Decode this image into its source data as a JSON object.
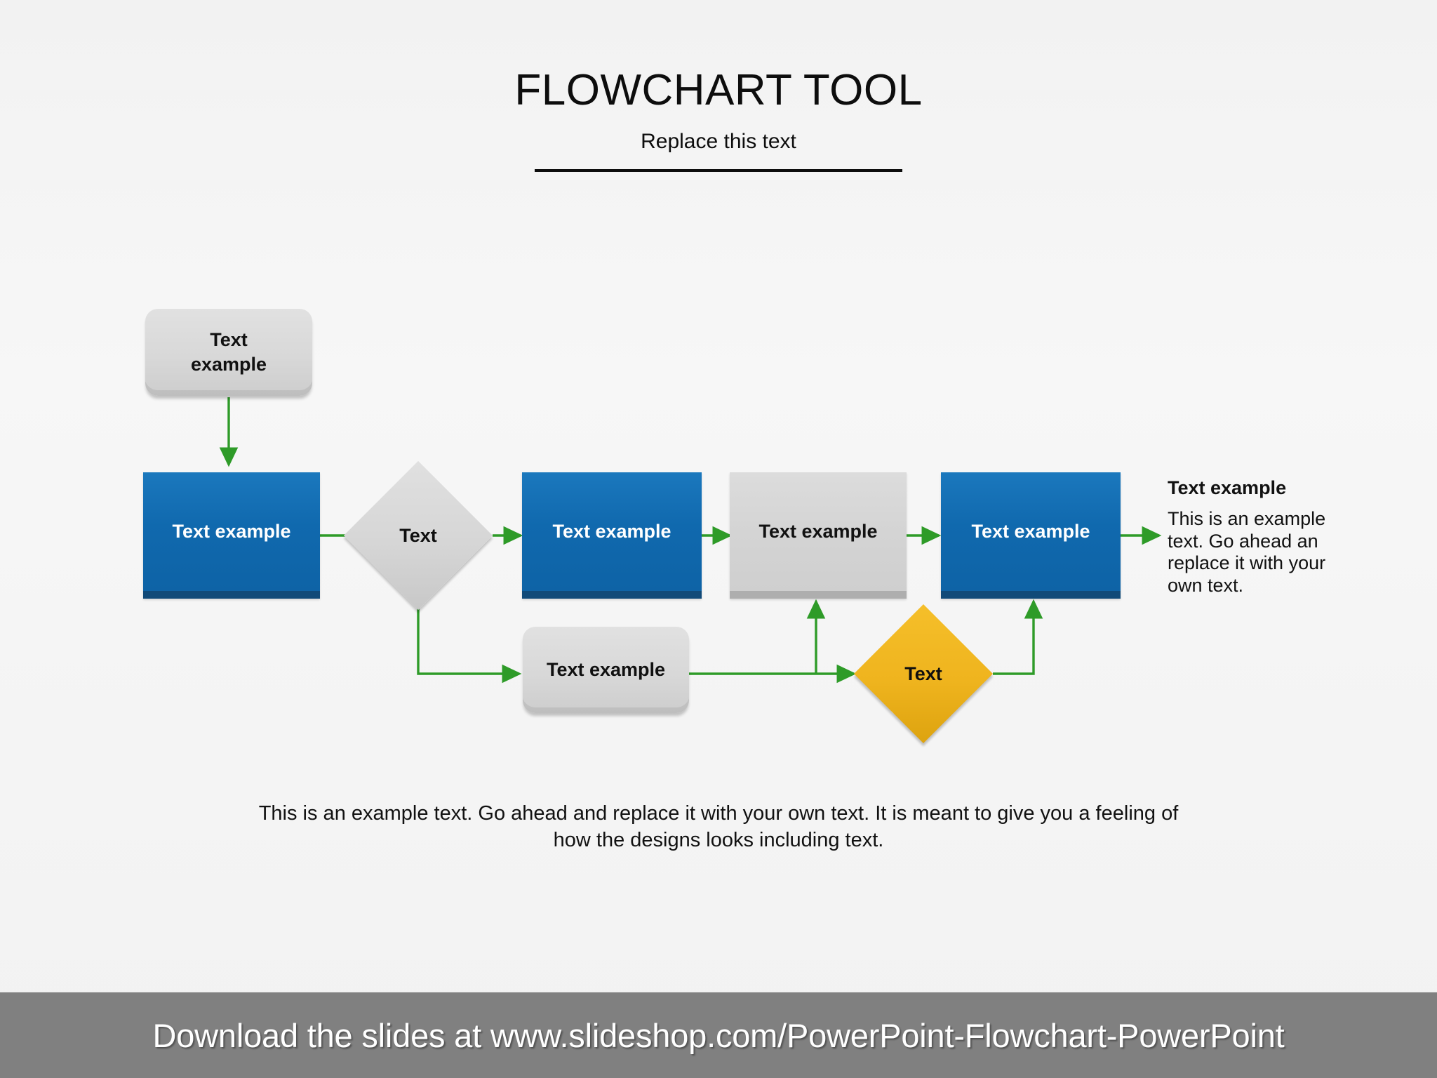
{
  "header": {
    "title": "FLOWCHART TOOL",
    "subtitle": "Replace this text"
  },
  "diagram": {
    "nodes": [
      {
        "id": "start",
        "shape": "rounded-rect",
        "fill": "gray",
        "label": "Text\nexample"
      },
      {
        "id": "process-1",
        "shape": "rect",
        "fill": "blue",
        "label": "Text example"
      },
      {
        "id": "decision-1",
        "shape": "diamond",
        "fill": "gray",
        "label": "Text"
      },
      {
        "id": "process-2",
        "shape": "rect",
        "fill": "blue",
        "label": "Text example"
      },
      {
        "id": "process-3",
        "shape": "rect",
        "fill": "gray",
        "label": "Text example"
      },
      {
        "id": "process-4",
        "shape": "rect",
        "fill": "blue",
        "label": "Text example"
      },
      {
        "id": "process-5",
        "shape": "rounded-rect",
        "fill": "gray",
        "label": "Text example"
      },
      {
        "id": "decision-2",
        "shape": "diamond",
        "fill": "yellow",
        "label": "Text"
      }
    ],
    "node_labels": {
      "start_line1": "Text",
      "start_line2": "example",
      "process_1": "Text example",
      "decision_1": "Text",
      "process_2": "Text example",
      "process_3": "Text example",
      "process_4": "Text example",
      "process_5": "Text example",
      "decision_2": "Text"
    },
    "connector_color": "#2e9b28"
  },
  "side_note": {
    "title": "Text example",
    "body": "This is an example text. Go ahead an replace it with your own text."
  },
  "caption": "This is an example text. Go ahead and replace it with your own text. It is meant to give you a feeling of how the designs looks including text.",
  "banner": {
    "text": "Download the slides at www.slideshop.com/PowerPoint-Flowchart-PowerPoint",
    "background": "#808080"
  },
  "colors": {
    "blue": "#1069ae",
    "blue_shadow": "#114a78",
    "gray": "#d4d4d4",
    "gray_shadow": "#aeaeae",
    "yellow": "#efb41e",
    "green_arrow": "#2e9b28",
    "background": "#f4f4f4"
  }
}
